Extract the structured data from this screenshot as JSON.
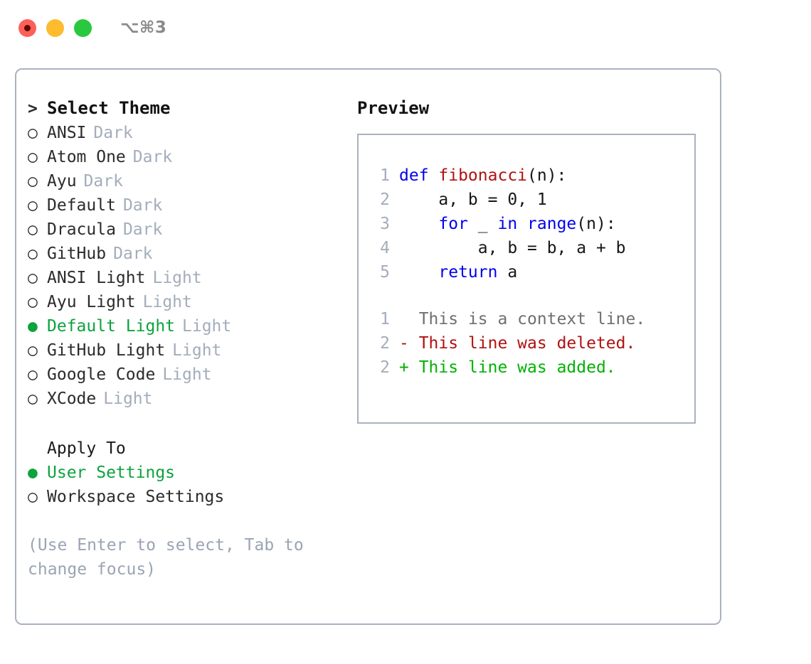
{
  "titlebar": {
    "buttons": [
      {
        "name": "close",
        "color": "#fc6058"
      },
      {
        "name": "minimize",
        "color": "#fdbc2e"
      },
      {
        "name": "maximize",
        "color": "#28c83f"
      }
    ],
    "shortcut": "⌥⌘3"
  },
  "theme_panel": {
    "header": {
      "prefix": ">",
      "title": "Select Theme"
    },
    "items": [
      {
        "marker": "○",
        "label": "ANSI",
        "suffix": "Dark",
        "selected": false
      },
      {
        "marker": "○",
        "label": "Atom One",
        "suffix": "Dark",
        "selected": false
      },
      {
        "marker": "○",
        "label": "Ayu",
        "suffix": "Dark",
        "selected": false
      },
      {
        "marker": "○",
        "label": "Default",
        "suffix": "Dark",
        "selected": false
      },
      {
        "marker": "○",
        "label": "Dracula",
        "suffix": "Dark",
        "selected": false
      },
      {
        "marker": "○",
        "label": "GitHub",
        "suffix": "Dark",
        "selected": false
      },
      {
        "marker": "○",
        "label": "ANSI Light",
        "suffix": "Light",
        "selected": false
      },
      {
        "marker": "○",
        "label": "Ayu Light",
        "suffix": "Light",
        "selected": false
      },
      {
        "marker": "●",
        "label": "Default Light",
        "suffix": "Light",
        "selected": true
      },
      {
        "marker": "○",
        "label": "GitHub Light",
        "suffix": "Light",
        "selected": false
      },
      {
        "marker": "○",
        "label": "Google Code",
        "suffix": "Light",
        "selected": false
      },
      {
        "marker": "○",
        "label": "XCode",
        "suffix": "Light",
        "selected": false
      }
    ],
    "apply_to": {
      "title": "Apply To",
      "options": [
        {
          "marker": "●",
          "label": "User Settings",
          "selected": true
        },
        {
          "marker": "○",
          "label": "Workspace Settings",
          "selected": false
        }
      ]
    },
    "hint": "(Use Enter to select, Tab to change focus)"
  },
  "preview": {
    "title": "Preview",
    "code_lines": [
      {
        "number": "1",
        "tokens": [
          {
            "text": "def ",
            "type": "kw"
          },
          {
            "text": "fibonacci",
            "type": "fn"
          },
          {
            "text": "(n):",
            "type": "plain"
          }
        ]
      },
      {
        "number": "2",
        "tokens": [
          {
            "text": "    a, b = 0, 1",
            "type": "plain"
          }
        ]
      },
      {
        "number": "3",
        "tokens": [
          {
            "text": "    ",
            "type": "plain"
          },
          {
            "text": "for",
            "type": "kw"
          },
          {
            "text": " _ ",
            "type": "plain"
          },
          {
            "text": "in",
            "type": "kw"
          },
          {
            "text": " ",
            "type": "plain"
          },
          {
            "text": "range",
            "type": "kw"
          },
          {
            "text": "(n):",
            "type": "plain"
          }
        ]
      },
      {
        "number": "4",
        "tokens": [
          {
            "text": "        a, b = b, a + b",
            "type": "plain"
          }
        ]
      },
      {
        "number": "5",
        "tokens": [
          {
            "text": "    ",
            "type": "plain"
          },
          {
            "text": "return",
            "type": "kw"
          },
          {
            "text": " a",
            "type": "plain"
          }
        ]
      }
    ],
    "diff_lines": [
      {
        "number": "1",
        "sign": " ",
        "text": " This is a context line.",
        "type": "context"
      },
      {
        "number": "2",
        "sign": "-",
        "text": " This line was deleted.",
        "type": "deleted"
      },
      {
        "number": "2",
        "sign": "+",
        "text": " This line was added.",
        "type": "added"
      }
    ]
  },
  "colors": {
    "accent_green": "#0ca33d",
    "muted": "#a3adbb",
    "border": "#aab2bf",
    "keyword_blue": "#0000ee",
    "function_red": "#b01111",
    "diff_added": "#00b200",
    "diff_deleted": "#b01111"
  }
}
